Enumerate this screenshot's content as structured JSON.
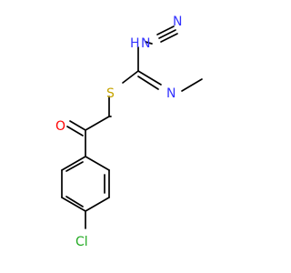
{
  "molecule": {
    "atoms": {
      "n_nitrile": {
        "symbol": "N",
        "color": "#3333ff"
      },
      "c_nitrile": {
        "symbol": "C",
        "color": "#000000"
      },
      "n_h": {
        "symbol": "N",
        "color": "#3333ff"
      },
      "h_on_n": {
        "symbol": "H",
        "color": "#3333ff"
      },
      "s": {
        "symbol": "S",
        "color": "#c6a400"
      },
      "n_imine": {
        "symbol": "N",
        "color": "#3333ff"
      },
      "o": {
        "symbol": "O",
        "color": "#ff0000"
      },
      "cl": {
        "symbol": "Cl",
        "color": "#22aa22"
      }
    },
    "colors": {
      "bond": "#000000",
      "nitrogen": "#3333ff",
      "sulfur": "#c6a400",
      "oxygen": "#ff0000",
      "chlorine": "#22aa22"
    }
  }
}
